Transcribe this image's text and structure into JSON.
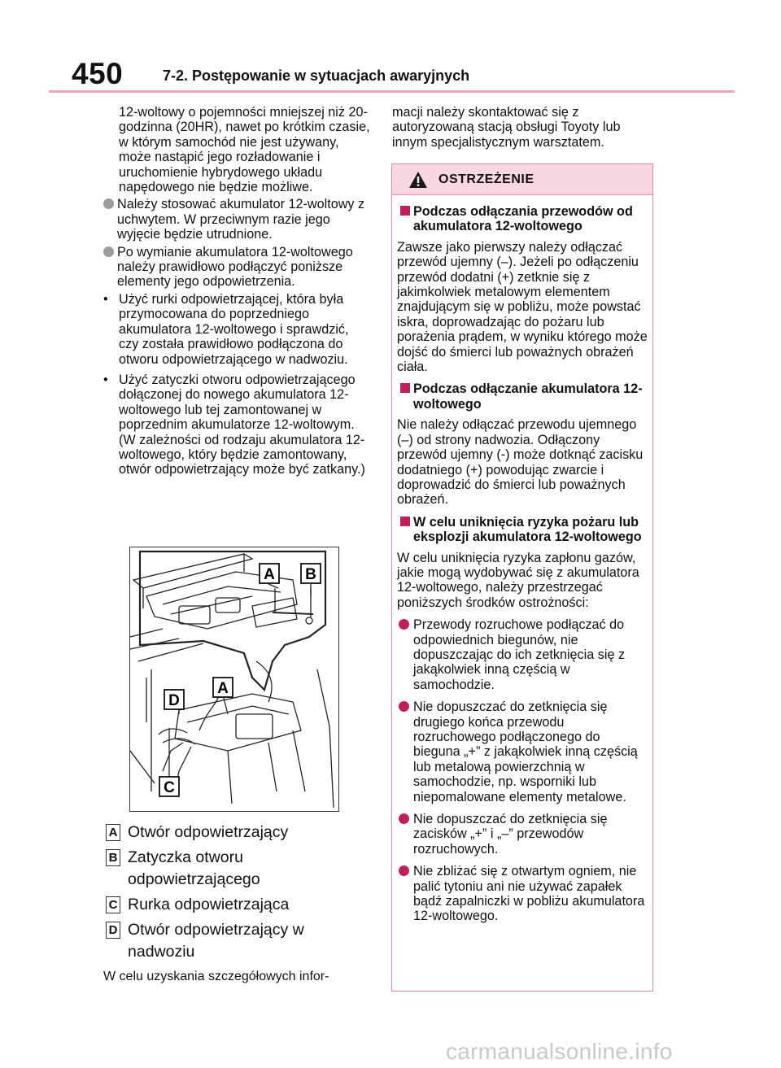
{
  "header": {
    "page_number": "450",
    "section_title": "7-2. Postępowanie w sytuacjach awaryjnych"
  },
  "left_column": {
    "intro": "12-woltowy o pojemności mniejszej niż 20-godzinna (20HR), nawet po krótkim czasie, w którym samochód nie jest używany, może nastąpić jego rozładowanie i uruchomienie hybrydowego układu napędowego nie będzie możliwe.",
    "bullets": [
      "Należy stosować akumulator 12-woltowy z uchwytem. W przeciwnym razie jego wyjęcie będzie utrudnione.",
      "Po wymianie akumulatora 12-woltowego należy prawidłowo podłączyć poniższe elementy jego odpowietrzenia."
    ],
    "dash_items": [
      "Użyć rurki odpowietrzającej, która była przymocowana do poprzedniego akumulatora 12-woltowego i sprawdzić, czy została prawidłowo podłączona do otworu odpowietrzającego w nadwoziu.",
      "Użyć zatyczki otworu odpowietrzającego dołączonej do nowego akumulatora 12-woltowego lub tej zamontowanej w poprzednim akumulatorze 12-woltowym. (W zależności od rodzaju akumulatora 12-woltowego, który będzie zamontowany, otwór odpowietrzający może być zatkany.)"
    ],
    "dash_marker": "•"
  },
  "figure": {
    "callouts": [
      "A",
      "B",
      "A",
      "D",
      "C"
    ]
  },
  "legend": {
    "items": [
      {
        "key": "A",
        "text": "Otwór odpowietrzający"
      },
      {
        "key": "B",
        "text": "Zatyczka otworu odpowietrzającego"
      },
      {
        "key": "C",
        "text": "Rurka odpowietrzająca"
      },
      {
        "key": "D",
        "text": "Otwór odpowietrzający w nadwoziu"
      }
    ],
    "note": "W celu uzyskania szczegółowych infor-"
  },
  "right_column": {
    "continuation": "macji należy skontaktować się z autoryzowaną stacją obsługi Toyoty lub innym specjalistycznym warsztatem."
  },
  "warning": {
    "title": "OSTRZEŻENIE",
    "sections": [
      {
        "heading": "Podczas odłączania przewodów od akumulatora 12-woltowego",
        "paragraph": "Zawsze jako pierwszy należy odłączać przewód ujemny (–). Jeżeli po odłączeniu przewód dodatni (+) zetknie się z jakimkolwiek metalowym elementem znajdującym się w pobliżu, może powstać iskra, doprowadzając do pożaru lub porażenia prądem, w wyniku którego może dojść do śmierci lub poważnych obrażeń ciała."
      },
      {
        "heading": "Podczas odłączanie akumulatora 12-woltowego",
        "paragraph": "Nie należy odłączać przewodu ujemnego (–) od strony nadwozia. Odłączony przewód ujemny (-) może dotknąć zacisku dodatniego (+) powodując zwarcie i doprowadzić do śmierci lub poważnych obrażeń."
      },
      {
        "heading": "W celu uniknięcia ryzyka pożaru lub eksplozji akumulatora 12-woltowego",
        "paragraph": "W celu uniknięcia ryzyka zapłonu gazów, jakie mogą wydobywać się z akumulatora 12-woltowego, należy przestrzegać poniższych środków ostrożności:"
      }
    ],
    "bullets": [
      "Przewody rozruchowe podłączać do odpowiednich biegunów, nie dopuszczając do ich zetknięcia się z jakąkolwiek inną częścią w samochodzie.",
      "Nie dopuszczać do zetknięcia się drugiego końca przewodu rozruchowego podłączonego do bieguna „+” z jakąkolwiek inną częścią lub metalową powierzchnią w samochodzie, np. wsporniki lub niepomalowane elementy metalowe.",
      "Nie dopuszczać do zetknięcia się zacisków „+” i „–” przewodów rozruchowych.",
      "Nie zbliżać się z otwartym ogniem, nie palić tytoniu ani nie używać zapałek bądź zapalniczki w pobliżu akumulatora 12-woltowego."
    ]
  },
  "watermark": "carmanualsonline.info",
  "colors": {
    "accent": "#c01f5a",
    "warning_fill": "#f8d7e3",
    "warning_border": "#e8889f",
    "rule": "#e8a6bf"
  }
}
